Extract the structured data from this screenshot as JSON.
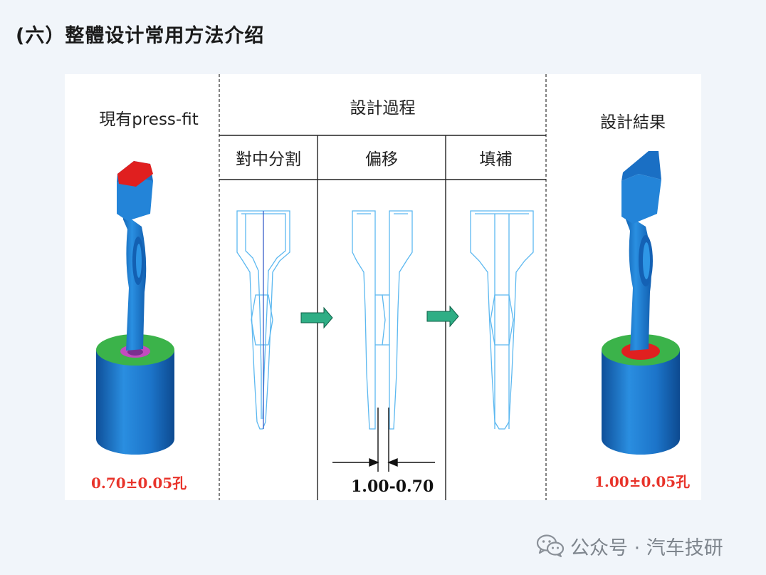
{
  "title": "(六）整體设计常用方法介绍",
  "columns": {
    "left_heading": "現有press-fit",
    "middle_heading": "設計過程",
    "right_heading": "設計結果",
    "step_1": "對中分割",
    "step_2": "偏移",
    "step_3": "填補"
  },
  "labels": {
    "left_hole": "0.70±0.05孔",
    "right_hole": "1.00±0.05孔",
    "dimension": "1.00-0.70"
  },
  "watermark": {
    "text": "公众号 · 汽车技研"
  },
  "colors": {
    "pin_blue": "#1e7fd6",
    "outline_blue": "#5cb8f0",
    "ring_green": "#31a84a",
    "tip_red": "#e02020",
    "hole_label_red": "#e8332a",
    "arrow_green": "#2fae85"
  }
}
